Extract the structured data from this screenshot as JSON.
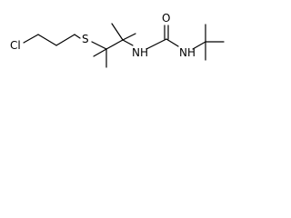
{
  "molecule": {
    "atoms": {
      "chlorine": "Cl",
      "sulfur": "S",
      "carbonyl_oxygen": "O",
      "amide_nitrogen_left": "NH",
      "amide_nitrogen_right": "NH"
    }
  }
}
